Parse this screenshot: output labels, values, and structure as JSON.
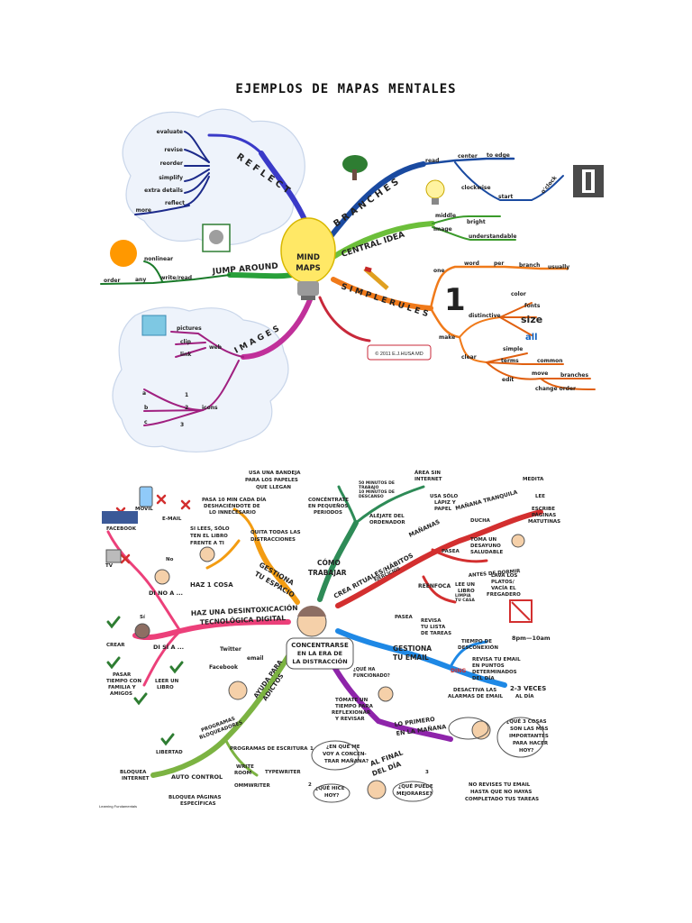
{
  "page": {
    "title": "EJEMPLOS DE MAPAS MENTALES"
  },
  "map1": {
    "center": [
      "MIND",
      "MAPS"
    ],
    "copyright": "© 2011 E.J.HUSA MD",
    "reflect": {
      "label": "R E F L E C T",
      "items": [
        "evaluate",
        "revise",
        "reorder",
        "simplify",
        "extra details",
        "reflect",
        "more"
      ]
    },
    "branches": {
      "label": "B R A N C H E S",
      "items": [
        "read",
        "center",
        "to edge",
        "clockwise",
        "start",
        "o'clock"
      ]
    },
    "central_idea": {
      "label": "CENTRAL IDEA",
      "items": [
        "middle",
        "image",
        "bright",
        "understandable"
      ]
    },
    "simple_rules": {
      "label": "S I M P L E  R U L E S",
      "items": [
        "one",
        "word",
        "per",
        "branch",
        "usually",
        "make",
        "distinctive",
        "color",
        "fonts",
        "size",
        "all",
        "clear",
        "simple",
        "terms",
        "common",
        "edit",
        "move",
        "branches",
        "change order"
      ],
      "big_number": "1"
    },
    "jump_around": {
      "label": "JUMP AROUND",
      "items": [
        "nonlinear",
        "order",
        "any",
        "write/read"
      ]
    },
    "images": {
      "label": "I M A G E S",
      "items": [
        "pictures",
        "clip",
        "web",
        "link",
        "icons",
        "a",
        "b",
        "c",
        "1",
        "2",
        "3"
      ]
    }
  },
  "map2": {
    "center": [
      "CONCENTRARSE",
      "EN LA ERA DE",
      "LA DISTRACCIÓN"
    ],
    "gestiona_espacio": {
      "label": [
        "GESTIONA",
        "TU ESPACIO"
      ],
      "items": [
        "USA UNA BANDEJA",
        "PARA LOS PAPELES",
        "QUE LLEGAN",
        "PASA 10 MIN CADA DÍA",
        "DESHACIÉNDOTE DE",
        "LO INNECESARIO",
        "QUITA TODAS LAS",
        "DISTRACCIONES",
        "SI LEES, SÓLO",
        "TEN EL LIBRO",
        "FRENTE A TI",
        "HAZ 1 COSA"
      ]
    },
    "como_trabajar": {
      "label": [
        "CÓMO",
        "TRABAJAR"
      ],
      "items": [
        "CONCÉNTRATE",
        "EN PEQUEÑOS",
        "PERIODOS",
        "ALÉJATE DEL",
        "ORDENADOR",
        "ÁREA SIN",
        "INTERNET",
        "USA SÓLO",
        "LÁPIZ Y",
        "PAPEL",
        "50 MINUTOS DE",
        "TRABAJO",
        "10 MINUTOS DE",
        "DESCANSO"
      ]
    },
    "rituales": {
      "label": "CREA RITUALES/HÁBITOS",
      "items": [
        "MAÑANAS",
        "MAÑANA TRANQUILA",
        "MEDITA",
        "LEE",
        "ESCRIBE",
        "PÁGINAS",
        "MATUTINAS",
        "DUCHA",
        "PASEA",
        "TOMA UN",
        "DESAYUNO",
        "SALUDABLE",
        "ANTES DE DORMIR",
        "LAVA LOS",
        "PLATOS/",
        "VACÍA EL",
        "FREGADERO",
        "REENFOCA",
        "LEE UN",
        "LIBRO",
        "LIMPIA",
        "TU CASA",
        "REVISA",
        "TU LISTA",
        "DE TAREAS",
        "EJERCICIOS"
      ]
    },
    "email": {
      "label": [
        "GESTIONA",
        "TU EMAIL"
      ],
      "items": [
        "TIEMPO DE",
        "DESCONEXIÓN",
        "8pm—10am",
        "REVISA TU EMAIL",
        "EN PUNTOS",
        "DETERMINADOS",
        "DEL DÍA",
        "2-3 VECES",
        "AL DÍA",
        "DESACTIVA LAS",
        "ALARMAS DE EMAIL",
        "DING"
      ]
    },
    "reflexionar": {
      "items": [
        "TÓMATE UN",
        "TIEMPO PARA",
        "REFLEXIONAR",
        "Y REVISAR",
        "¿QUÉ HA",
        "FUNCIONADO?"
      ]
    },
    "manana": {
      "label": [
        "LO PRIMERO",
        "EN LA MAÑANA"
      ],
      "items": [
        "¿QUÉ 3 COSAS",
        "SON LAS MÁS",
        "IMPORTANTES",
        "PARA HACER",
        "HOY?"
      ]
    },
    "final_dia": {
      "label": [
        "AL FINAL",
        "DEL DÍA"
      ],
      "items": [
        "¿EN QUÉ ME",
        "VOY A CONCEN-",
        "TRAR MAÑANA?",
        "¿QUÉ HICE",
        "HOY?",
        "¿QUÉ PUEDE",
        "MEJORARSE?",
        "NO REVISES TU EMAIL",
        "HASTA QUE NO HAYAS",
        "COMPLETADO TUS TAREAS",
        "1",
        "2",
        "3"
      ]
    },
    "ayuda": {
      "label": [
        "AYUDA PARA",
        "ADICTOS"
      ],
      "items": [
        "Twitter",
        "email",
        "Facebook",
        "PROGRAMAS",
        "BLOQUEADORES",
        "PROGRAMAS DE ESCRITURA",
        "WRITE",
        "ROOM",
        "TYPEWRITER",
        "OMMWRITER",
        "LIBERTAD",
        "BLOQUEA",
        "INTERNET",
        "AUTO CONTROL",
        "BLOQUEA PÁGINAS",
        "ESPECÍFICAS"
      ]
    },
    "desintoxicacion": {
      "label": [
        "HAZ UNA DESINTOXICACIÓN",
        "TECNOLÓGICA DIGITAL"
      ],
      "items": [
        "DI NO A ...",
        "MÓVIL",
        "E-MAIL",
        "facebook",
        "FACEBOOK",
        "TV",
        "No",
        "DI SÍ A ...",
        "Sí",
        "CREAR",
        "PASAR",
        "TIEMPO CON",
        "FAMILIA Y",
        "AMIGOS",
        "LEER UN",
        "LIBRO"
      ]
    },
    "credits": "Learning Fundamentals"
  }
}
